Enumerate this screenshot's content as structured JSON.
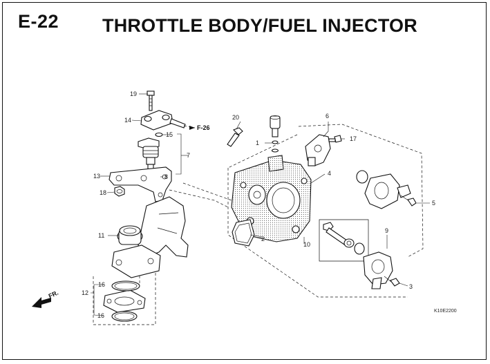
{
  "header": {
    "page_code": "E-22",
    "title": "THROTTLE BODY/FUEL INJECTOR"
  },
  "callouts": {
    "c1": "1",
    "c2": "2",
    "c3": "3",
    "c4": "4",
    "c5": "5",
    "c6": "6",
    "c7": "7",
    "c8": "8",
    "c9": "9",
    "c10": "10",
    "c11": "11",
    "c12": "12",
    "c13": "13",
    "c14": "14",
    "c15": "15",
    "c16a": "16",
    "c16b": "16",
    "c17": "17",
    "c18": "18",
    "c19": "19",
    "c20": "20"
  },
  "references": {
    "fuel_ref": "F-26",
    "front_marker": "FR.",
    "drawing_code": "K10E2200"
  },
  "icons": {
    "front_arrow": "front-direction-arrow-icon"
  }
}
